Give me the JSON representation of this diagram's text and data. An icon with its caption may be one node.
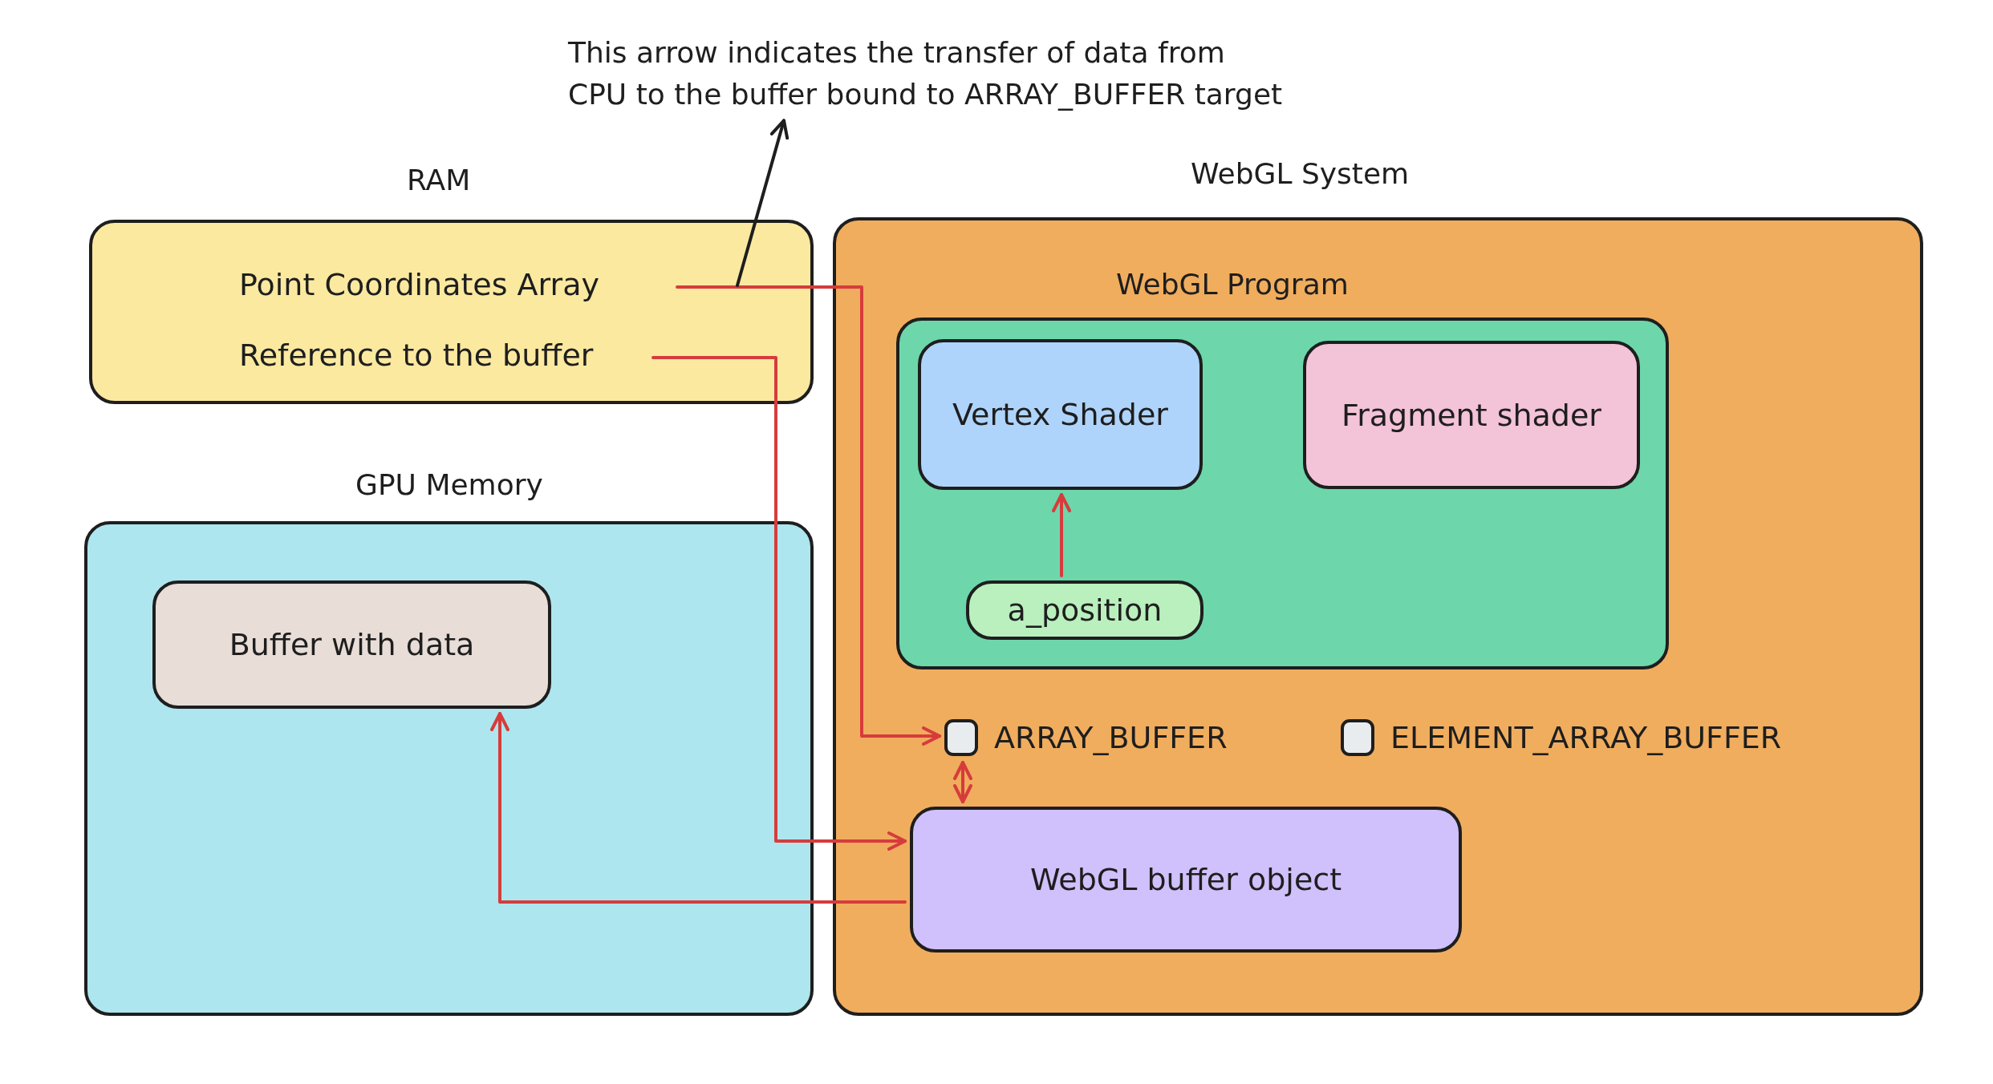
{
  "diagram": {
    "nodes": [
      {
        "text": [
          "RAM"
        ]
      },
      {
        "text": [
          "Point Coordinates Array"
        ],
        "in": 0
      },
      {
        "text": [
          "Reference to the buffer"
        ],
        "in": 0
      },
      {
        "text": [
          "GPU Memory"
        ]
      },
      {
        "text": [
          "Buffer with data"
        ],
        "in": 3
      },
      {
        "text": [
          "WebGL System"
        ]
      },
      {
        "text": [
          "WebGL Program"
        ],
        "in": 5
      },
      {
        "text": [
          "Vertex Shader"
        ],
        "in": 6
      },
      {
        "text": [
          "Fragment shader"
        ],
        "in": 6
      },
      {
        "text": [
          "a_position"
        ],
        "in": 6
      },
      {
        "text": [
          "ARRAY_BUFFER"
        ],
        "in": 5
      },
      {
        "text": [
          "ELEMENT_ARRAY_BUFFER"
        ],
        "in": 5
      },
      {
        "text": [
          "WebGL buffer object"
        ],
        "in": 5
      },
      {
        "text": [
          "This arrow indicates the transfer of data from CPU to the buffer bound to ARRAY_BUFFER target"
        ]
      }
    ],
    "edges": [
      {
        "from": 1,
        "to": 10,
        "arrow": "to"
      },
      {
        "from": 2,
        "to": 12,
        "arrow": "to"
      },
      {
        "from": 9,
        "to": 7,
        "arrow": "to"
      },
      {
        "from": 10,
        "to": 12,
        "arrow": "both"
      },
      {
        "from": 12,
        "to": 4,
        "arrow": "to"
      },
      {
        "from": null,
        "to": 13,
        "arrow": "to",
        "color": "#1e1e1e"
      }
    ]
  }
}
